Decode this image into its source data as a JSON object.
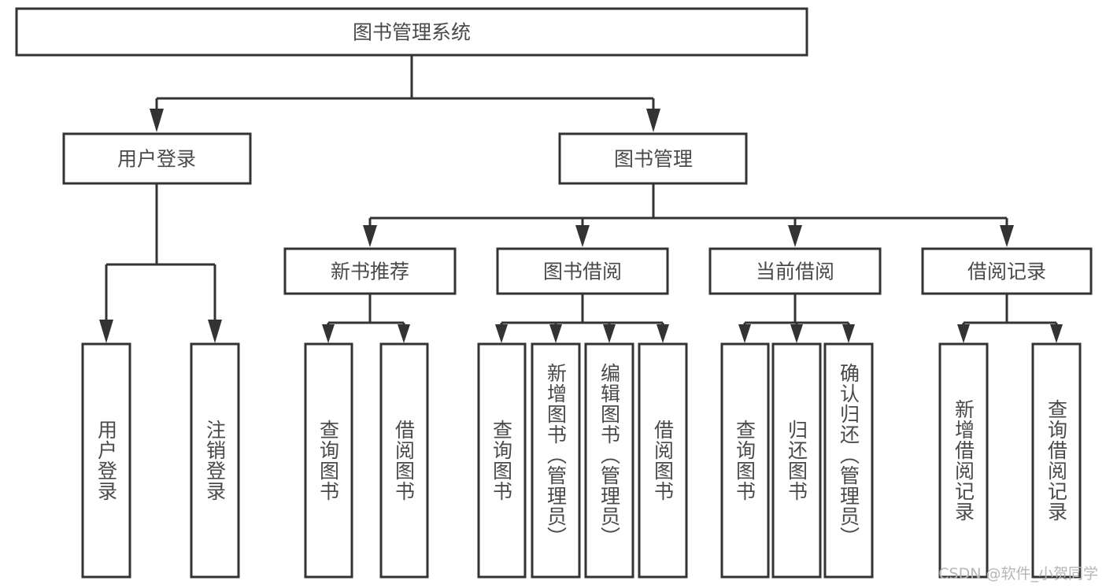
{
  "diagram": {
    "type": "tree-hierarchy",
    "title": "图书管理系统",
    "watermark": "CSDN @软件_小贺同学",
    "colors": {
      "background": "#ffffff",
      "box_fill": "#ffffff",
      "box_stroke": "#333333",
      "label_text": "#4a4a4a",
      "watermark_text": "#b6b6b6"
    },
    "levels": {
      "root": "图书管理系统",
      "level2": [
        "用户登录",
        "图书管理"
      ],
      "level3": [
        "新书推荐",
        "图书借阅",
        "当前借阅",
        "借阅记录"
      ]
    },
    "nodes": {
      "root": {
        "label": "图书管理系统"
      },
      "user_login": {
        "label": "用户登录"
      },
      "book_manage": {
        "label": "图书管理"
      },
      "new_book_rec": {
        "label": "新书推荐"
      },
      "book_borrow": {
        "label": "图书借阅"
      },
      "current_borrow": {
        "label": "当前借阅"
      },
      "borrow_record": {
        "label": "借阅记录"
      }
    },
    "leaves": {
      "user_login": [
        {
          "label": "用户登录"
        },
        {
          "label": "注销登录"
        }
      ],
      "new_book_rec": [
        {
          "label": "查询图书"
        },
        {
          "label": "借阅图书"
        }
      ],
      "book_borrow": [
        {
          "label": "查询图书"
        },
        {
          "label": "新增图书（管理员）"
        },
        {
          "label": "编辑图书（管理员）"
        },
        {
          "label": "借阅图书"
        }
      ],
      "current_borrow": [
        {
          "label": "查询图书"
        },
        {
          "label": "归还图书"
        },
        {
          "label": "确认归还（管理员）"
        }
      ],
      "borrow_record": [
        {
          "label": "新增借阅记录"
        },
        {
          "label": "查询借阅记录"
        }
      ]
    }
  }
}
